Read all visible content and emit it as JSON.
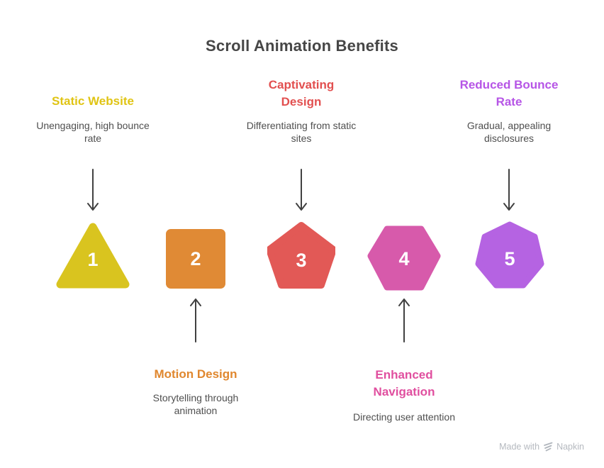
{
  "title": "Scroll Animation Benefits",
  "steps": [
    {
      "number": "1",
      "shape": "triangle",
      "color": "#d9c41f",
      "label": "Static Website",
      "label_color": "#e0c414",
      "description": "Unengaging, high bounce rate"
    },
    {
      "number": "2",
      "shape": "square",
      "color": "#e08a35",
      "label": "Motion Design",
      "label_color": "#e0872e",
      "description": "Storytelling through animation"
    },
    {
      "number": "3",
      "shape": "pentagon",
      "color": "#e25956",
      "label": "Captivating Design",
      "label_color": "#e25050",
      "description": "Differentiating from static sites"
    },
    {
      "number": "4",
      "shape": "hexagon",
      "color": "#d75aab",
      "label": "Enhanced Navigation",
      "label_color": "#e04f9f",
      "description": "Directing user attention"
    },
    {
      "number": "5",
      "shape": "heptagon",
      "color": "#b563e2",
      "label": "Reduced Bounce Rate",
      "label_color": "#b655e6",
      "description": "Gradual, appealing disclosures"
    }
  ],
  "watermark": {
    "prefix": "Made with",
    "brand": "Napkin"
  },
  "colors": {
    "title": "#464646",
    "description": "#4f4f4f",
    "arrow": "#414141",
    "watermark": "#b5b9bf",
    "background": "#ffffff"
  }
}
